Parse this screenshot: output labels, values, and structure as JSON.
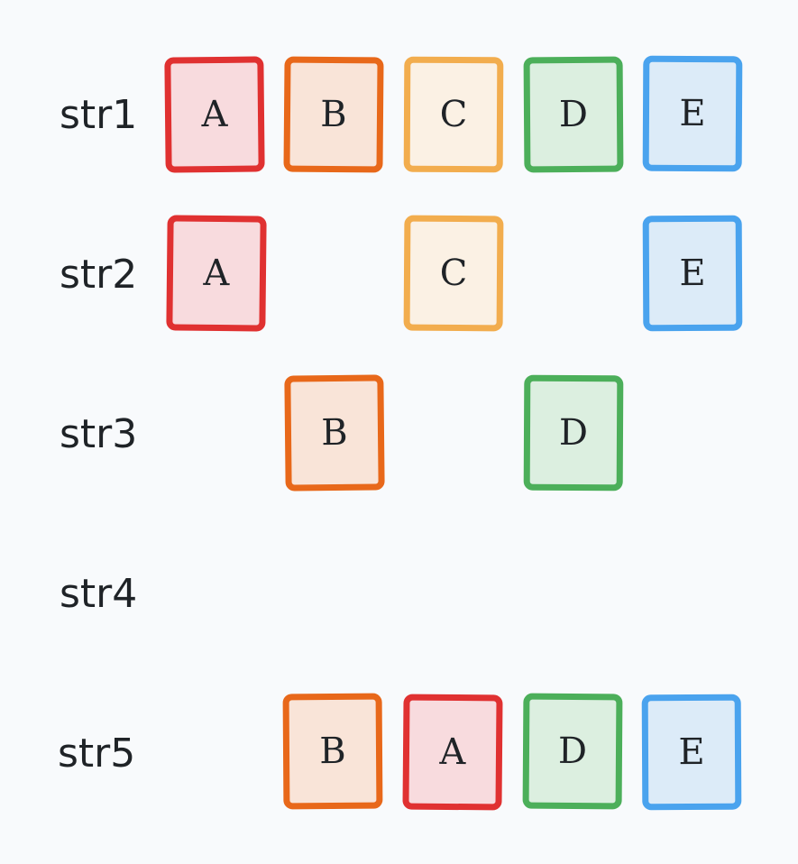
{
  "colors": {
    "A": {
      "border": "#e03131",
      "fill": "#f8dbde"
    },
    "B": {
      "border": "#e8681a",
      "fill": "#f9e4d8"
    },
    "C": {
      "border": "#f2ad4e",
      "fill": "#fbf1e4"
    },
    "D": {
      "border": "#4caf5a",
      "fill": "#dcefe0"
    },
    "E": {
      "border": "#4aa3ee",
      "fill": "#dcebf8"
    }
  },
  "rows": [
    {
      "label": "str1",
      "tiles": [
        "A",
        "B",
        "C",
        "D",
        "E"
      ]
    },
    {
      "label": "str2",
      "tiles": [
        "A",
        "C",
        "E"
      ]
    },
    {
      "label": "str3",
      "tiles": [
        "B",
        "D"
      ]
    },
    {
      "label": "str4",
      "tiles": []
    },
    {
      "label": "str5",
      "tiles": [
        "B",
        "A",
        "D",
        "E"
      ]
    }
  ]
}
